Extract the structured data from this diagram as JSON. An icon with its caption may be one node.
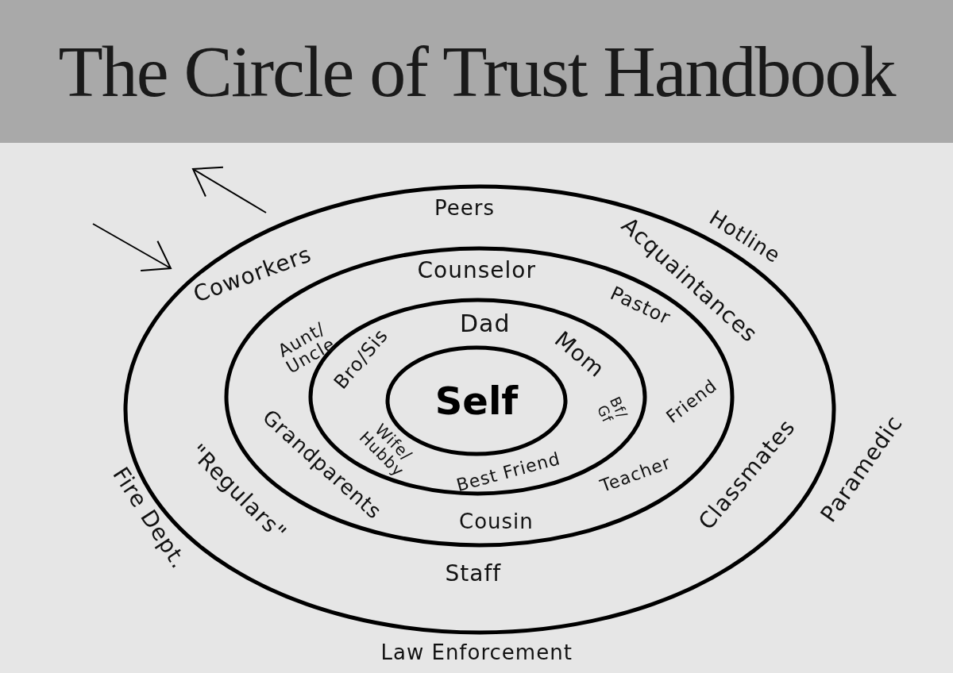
{
  "diagram": {
    "title": "The Circle of Trust Handbook",
    "nodes": [
      {
        "text": [],
        "shape": "circle"
      },
      {
        "text": [],
        "shape": "circle",
        "in": 0
      },
      {
        "text": [],
        "shape": "circle",
        "in": 1
      },
      {
        "text": [
          "Self"
        ],
        "in": 2
      }
    ],
    "labels": [
      "Peers",
      "Hotline",
      "Coworkers",
      "Acquaintances",
      "Counselor",
      "Pastor",
      "Aunt/ Uncle",
      "Dad",
      "Bro/Sis",
      "Mom",
      "Bf/ Gf",
      "Friend",
      "Paramedic",
      "Grandparents",
      "Wife/ Hubby",
      "Best Friend",
      "Teacher",
      "Classmates",
      "\"Regulars\"",
      "Fire Dept.",
      "Cousin",
      "Staff",
      "Law Enforcement"
    ]
  }
}
